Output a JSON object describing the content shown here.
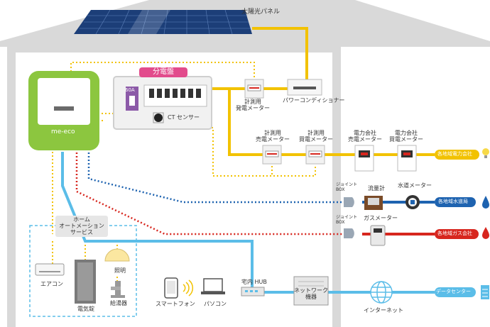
{
  "solar": {
    "label": "太陽光パネル"
  },
  "panel": {
    "title": "分電盤",
    "breaker_amp": "60A",
    "ct_label": "CT センサー"
  },
  "meco": {
    "label": "me-eco"
  },
  "meters": {
    "gen_meter": "計測用\n発電メーター",
    "power_conditioner": "パワーコンディショナー",
    "sell_meter": "計測用\n売電メーター",
    "buy_meter": "計測用\n買電メーター",
    "utility_sell": "電力会社\n売電メーター",
    "utility_buy": "電力会社\n買電メーター",
    "flow_meter": "流量計",
    "water_meter": "水道メーター",
    "gas_meter": "ガスメーター",
    "joint_box_1": "ジョイント\nBOX",
    "joint_box_2": "ジョイント\nBOX"
  },
  "destinations": {
    "power": "各地域電力会社",
    "water": "各地域水道局",
    "gas": "各地域ガス会社",
    "data_center": "データセンター"
  },
  "home_automation": {
    "title": "ホーム\nオートメーション\nサービス",
    "aircon": "エアコン",
    "water_heater": "電気錠",
    "lighting": "照明",
    "hot_water": "給湯器"
  },
  "network": {
    "smartphone": "スマートフォン",
    "pc": "パソコン",
    "hub": "宅内 HUB",
    "net_device": "ネットワーク\n機器",
    "internet": "インターネット"
  },
  "colors": {
    "power_line": "#f2c200",
    "network_line": "#5bbde8",
    "water_line": "#1e63b0",
    "gas_line": "#d7261e",
    "house": "#d9d9d9",
    "meco_green": "#8cc63f",
    "accent_pink": "#e24b8c"
  }
}
